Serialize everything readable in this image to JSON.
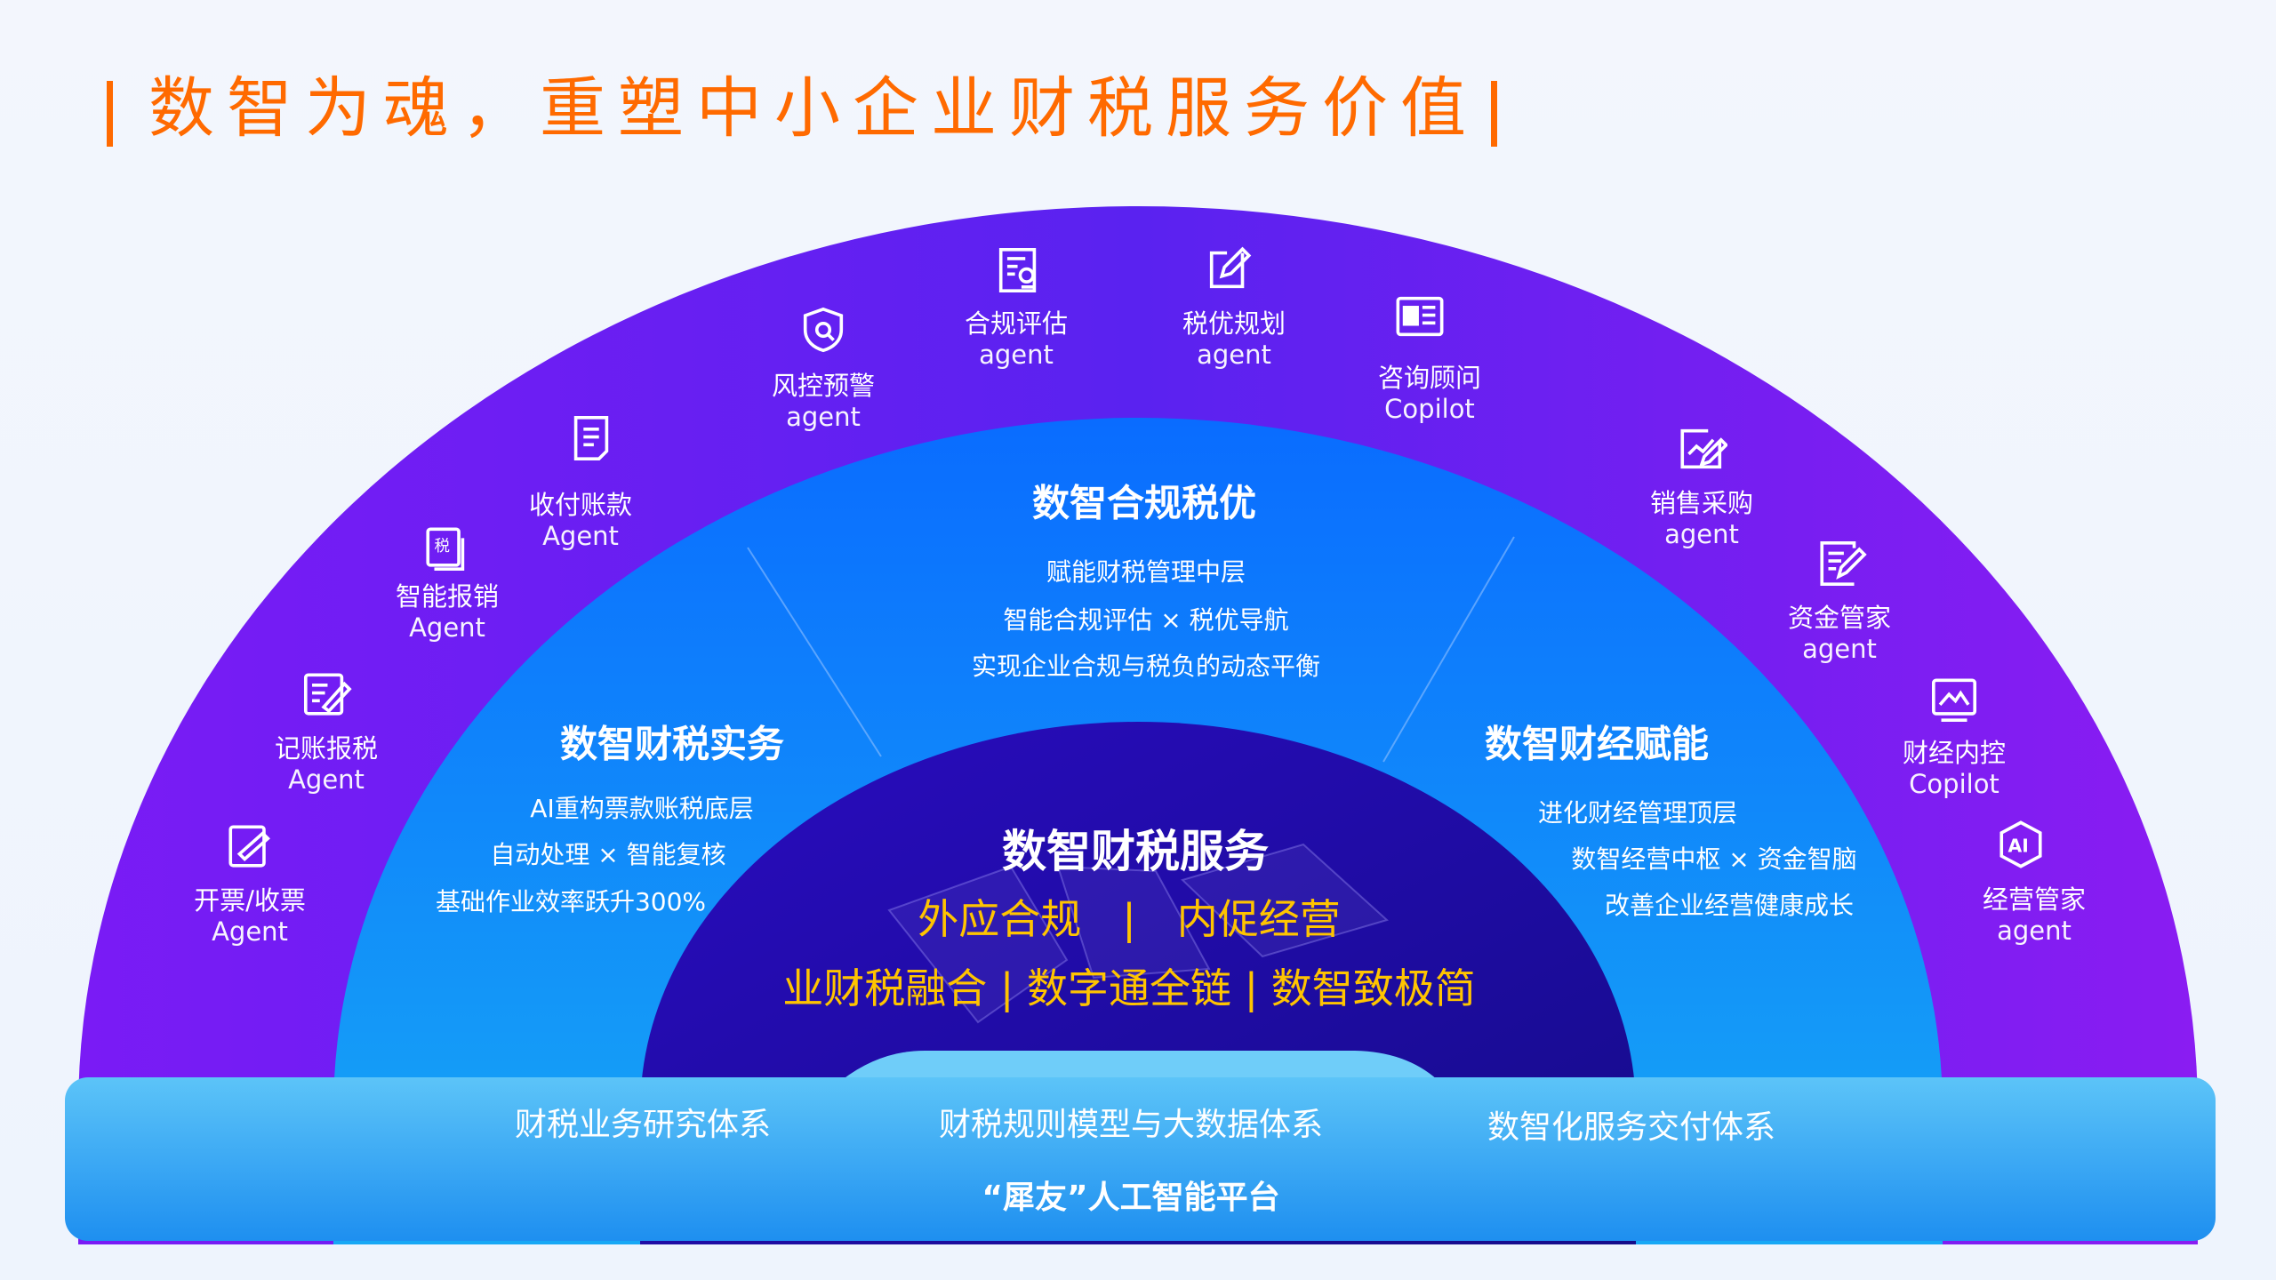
{
  "title": "数智为魂，重塑中小企业财税服务价值",
  "agents": [
    {
      "name": "开票/收票",
      "sub": "Agent",
      "icon": "invoice-edit-icon"
    },
    {
      "name": "记账报税",
      "sub": "Agent",
      "icon": "bookkeeping-icon"
    },
    {
      "name": "智能报销",
      "sub": "Agent",
      "icon": "tax-receipt-icon"
    },
    {
      "name": "收付账款",
      "sub": "Agent",
      "icon": "document-icon"
    },
    {
      "name": "风控预警",
      "sub": "agent",
      "icon": "shield-icon"
    },
    {
      "name": "合规评估",
      "sub": "agent",
      "icon": "audit-document-icon"
    },
    {
      "name": "税优规划",
      "sub": "agent",
      "icon": "edit-icon"
    },
    {
      "name": "咨询顾问",
      "sub": "Copilot",
      "icon": "newspaper-icon"
    },
    {
      "name": "销售采购",
      "sub": "agent",
      "icon": "chart-edit-icon"
    },
    {
      "name": "资金管家",
      "sub": "agent",
      "icon": "finance-edit-icon"
    },
    {
      "name": "财经内控",
      "sub": "Copilot",
      "icon": "monitor-chart-icon"
    },
    {
      "name": "经营管家",
      "sub": "agent",
      "icon": "ai-hexagon-icon"
    }
  ],
  "middle": {
    "title": "数智合规税优",
    "lines": [
      "赋能财税管理中层",
      "智能合规评估 × 税优导航",
      "实现企业合规与税负的动态平衡"
    ]
  },
  "left": {
    "title": "数智财税实务",
    "lines": [
      "AI重构票款账税底层",
      "自动处理 × 智能复核",
      "基础作业效率跃升300%"
    ]
  },
  "right": {
    "title": "数智财经赋能",
    "lines": [
      "进化财经管理顶层",
      "数智经营中枢 × 资金智脑",
      "改善企业经营健康成长"
    ]
  },
  "core": {
    "title": "数智财税服务",
    "line1": "外应合规　|　内促经营",
    "line2": "业财税融合 | 数字通全链 | 数智致极简"
  },
  "platform": {
    "items": [
      "财税业务研究体系",
      "财税规则模型与大数据体系",
      "数智化服务交付体系"
    ],
    "name": "“犀友”人工智能平台"
  }
}
